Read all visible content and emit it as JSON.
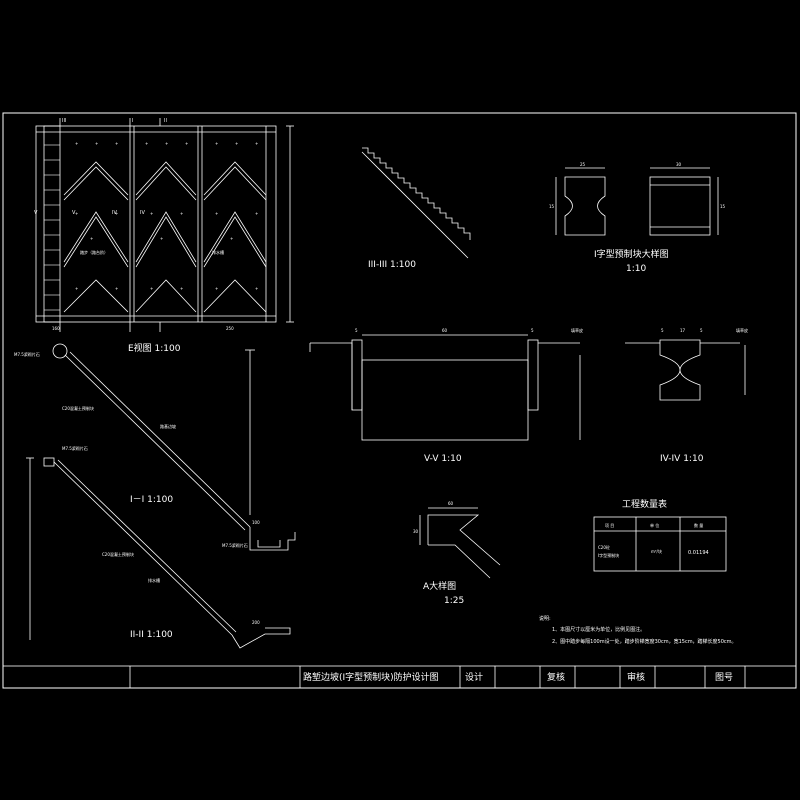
{
  "drawing": {
    "title_block": {
      "drawing_title": "路堑边坡(I字型预制块)防护设计图",
      "design_label": "设计",
      "review_label": "复核",
      "approve_label": "审核",
      "sheet_label": "图号"
    },
    "views": {
      "elevation": {
        "title": "E视图 1:100",
        "markers": [
          "III",
          "I",
          "II",
          "V",
          "IV",
          "V",
          "IV"
        ],
        "notes": [
          "踏步（路台阶）",
          "排水槽"
        ],
        "dims": [
          "160",
          "250"
        ]
      },
      "section_3": {
        "title": "III-III 1:100"
      },
      "section_1": {
        "title": "I－I 1:100",
        "notes": [
          "M7.5浆砌片石",
          "C20混凝土预制块",
          "路基边坡",
          "M7.5浆砌片石"
        ],
        "dims": [
          "100"
        ]
      },
      "section_2": {
        "title": "II-II 1:100",
        "notes": [
          "M7.5浆砌片石",
          "C20混凝土预制块",
          "排水槽"
        ],
        "dims": [
          "200"
        ]
      },
      "block_detail": {
        "title": "I字型预制块大样图",
        "scale": "1:10",
        "dims": [
          "25",
          "30",
          "15",
          "15"
        ]
      },
      "section_5": {
        "title": "V-V 1:10",
        "dims": [
          "60",
          "5",
          "5"
        ],
        "note": "填草皮"
      },
      "section_4": {
        "title": "IV-IV 1:10",
        "dims": [
          "5",
          "17",
          "5"
        ],
        "note": "填草皮"
      },
      "detail_a": {
        "title": "A大样图",
        "scale": "1:25",
        "dims": [
          "60",
          "30"
        ]
      }
    },
    "quantity_table": {
      "title": "工程数量表",
      "headers": [
        "项 目",
        "单 位",
        "数 量"
      ],
      "row": {
        "item_1": "C20砼",
        "item_2": "I字型预制块",
        "unit": "m³/块",
        "quantity": "0.01194"
      }
    },
    "notes": {
      "heading": "说明:",
      "items": [
        "1、本图尺寸以厘米为单位，比例见图注。",
        "2、图中踏步每隔100m设一处，踏步阶梯宽度30cm，宽15cm，踏梯长度50cm。"
      ]
    },
    "colors": {
      "background": "#000000",
      "line": "#ffffff",
      "accent": "#00ffff"
    }
  }
}
